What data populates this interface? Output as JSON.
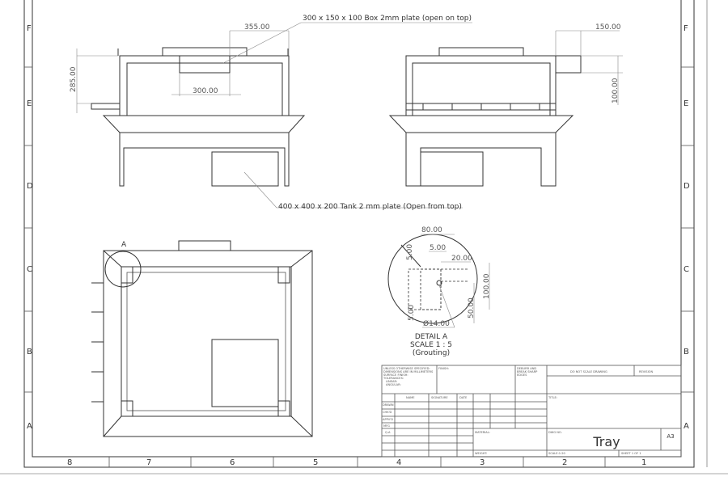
{
  "zones": {
    "rows": [
      "F",
      "E",
      "D",
      "C",
      "B",
      "A"
    ],
    "cols": [
      "8",
      "7",
      "6",
      "5",
      "4",
      "3",
      "2",
      "1"
    ]
  },
  "dimensions": {
    "front_width": "355.00",
    "box_width": "300.00",
    "height": "285.00",
    "side_box_width": "150.00",
    "side_box_height": "100.00"
  },
  "notes": {
    "box": "300 x 150 x 100 Box 2mm plate (open on top)",
    "tank": "400 x 400 x 200 Tank 2 mm plate (Open from top)"
  },
  "detail": {
    "marker": "A",
    "dims": [
      "80.00",
      "5.00",
      "20.00",
      "5.00",
      "100.00",
      "50.00",
      "5.00",
      "Ø14.00"
    ],
    "title": "DETAIL A",
    "scale": "SCALE 1 : 5",
    "subtitle": "(Grouting)"
  },
  "title_block": {
    "spec": [
      "UNLESS OTHERWISE SPECIFIED:",
      "DIMENSIONS ARE IN MILLIMETERS",
      "SURFACE FINISH:",
      "TOLERANCES:",
      "LINEAR:",
      "ANGULAR:"
    ],
    "finish": "FINISH:",
    "deburr": [
      "DEBURR AND",
      "BREAK SHARP",
      "EDGES"
    ],
    "no_scale": "DO NOT SCALE DRAWING",
    "revision": "REVISION",
    "headers": [
      "NAME",
      "SIGNATURE",
      "DATE"
    ],
    "roles": [
      "DRAWN",
      "CHK'D",
      "APPV'D",
      "MFG",
      "Q.A"
    ],
    "title_label": "TITLE:",
    "material": "MATERIAL:",
    "dwg_no": "DWG NO.",
    "title": "Tray",
    "size": "A3",
    "weight": "WEIGHT:",
    "scale": "SCALE:1:20",
    "sheet": "SHEET 1 OF 1"
  }
}
